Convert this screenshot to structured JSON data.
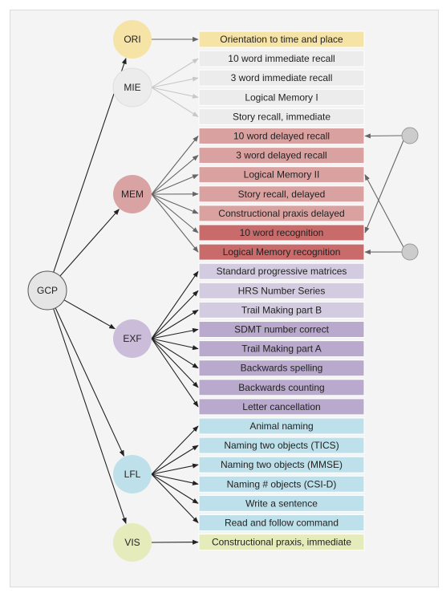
{
  "nodes": {
    "gcp": {
      "label": "GCP",
      "fill": "#e5e5e5"
    },
    "ori": {
      "label": "ORI",
      "fill": "#f6e3a6"
    },
    "mie": {
      "label": "MIE",
      "fill": "#ececec"
    },
    "mem": {
      "label": "MEM",
      "fill": "#d9a3a3"
    },
    "exf": {
      "label": "EXF",
      "fill": "#cbbdd9"
    },
    "lfl": {
      "label": "LFL",
      "fill": "#bde0ea"
    },
    "vis": {
      "label": "VIS",
      "fill": "#e5ebbb"
    }
  },
  "items": [
    {
      "label": "Orientation to time and place",
      "group": "ori",
      "fill": "#f6e3a6",
      "faded": false
    },
    {
      "label": "10 word immediate recall",
      "group": "mie",
      "fill": "#ececec",
      "faded": true
    },
    {
      "label": "3 word immediate recall",
      "group": "mie",
      "fill": "#ececec",
      "faded": true
    },
    {
      "label": "Logical Memory I",
      "group": "mie",
      "fill": "#ececec",
      "faded": true
    },
    {
      "label": "Story recall, immediate",
      "group": "mie",
      "fill": "#ececec",
      "faded": true
    },
    {
      "label": "10 word delayed recall",
      "group": "mem",
      "fill": "#daa1a1",
      "faded": false
    },
    {
      "label": "3 word delayed recall",
      "group": "mem",
      "fill": "#daa1a1",
      "faded": false
    },
    {
      "label": "Logical Memory II",
      "group": "mem",
      "fill": "#daa1a1",
      "faded": false
    },
    {
      "label": "Story recall, delayed",
      "group": "mem",
      "fill": "#daa1a1",
      "faded": false
    },
    {
      "label": "Constructional praxis delayed",
      "group": "mem",
      "fill": "#daa1a1",
      "faded": false
    },
    {
      "label": "10 word recognition",
      "group": "mem",
      "fill": "#c96b6b",
      "faded": false
    },
    {
      "label": "Logical Memory recognition",
      "group": "mem",
      "fill": "#c96b6b",
      "faded": false
    },
    {
      "label": "Standard progressive matrices",
      "group": "exf",
      "fill": "#d3cce0",
      "faded": false
    },
    {
      "label": "HRS Number Series",
      "group": "exf",
      "fill": "#d3cce0",
      "faded": false
    },
    {
      "label": "Trail Making part B",
      "group": "exf",
      "fill": "#d3cce0",
      "faded": false
    },
    {
      "label": "SDMT number correct",
      "group": "exf",
      "fill": "#b9aacd",
      "faded": false
    },
    {
      "label": "Trail Making part A",
      "group": "exf",
      "fill": "#b9aacd",
      "faded": false
    },
    {
      "label": "Backwards spelling",
      "group": "exf",
      "fill": "#b9aacd",
      "faded": false
    },
    {
      "label": "Backwards counting",
      "group": "exf",
      "fill": "#b9aacd",
      "faded": false
    },
    {
      "label": "Letter cancellation",
      "group": "exf",
      "fill": "#b9aacd",
      "faded": false
    },
    {
      "label": "Animal naming",
      "group": "lfl",
      "fill": "#bde0ea",
      "faded": false
    },
    {
      "label": "Naming two objects (TICS)",
      "group": "lfl",
      "fill": "#bde0ea",
      "faded": false
    },
    {
      "label": "Naming two objects (MMSE)",
      "group": "lfl",
      "fill": "#bde0ea",
      "faded": false
    },
    {
      "label": "Naming # objects (CSI-D)",
      "group": "lfl",
      "fill": "#bde0ea",
      "faded": false
    },
    {
      "label": "Write a sentence",
      "group": "lfl",
      "fill": "#bde0ea",
      "faded": false
    },
    {
      "label": "Read and follow command",
      "group": "lfl",
      "fill": "#bde0ea",
      "faded": false
    },
    {
      "label": "Constructional praxis, immediate",
      "group": "vis",
      "fill": "#e5ebbb",
      "faded": false
    }
  ],
  "colors": {
    "arrow": "#222222",
    "faded_arrow": "#c8c8c8",
    "faded_text": "#bdbdbd",
    "right_node": "#cccccc"
  }
}
